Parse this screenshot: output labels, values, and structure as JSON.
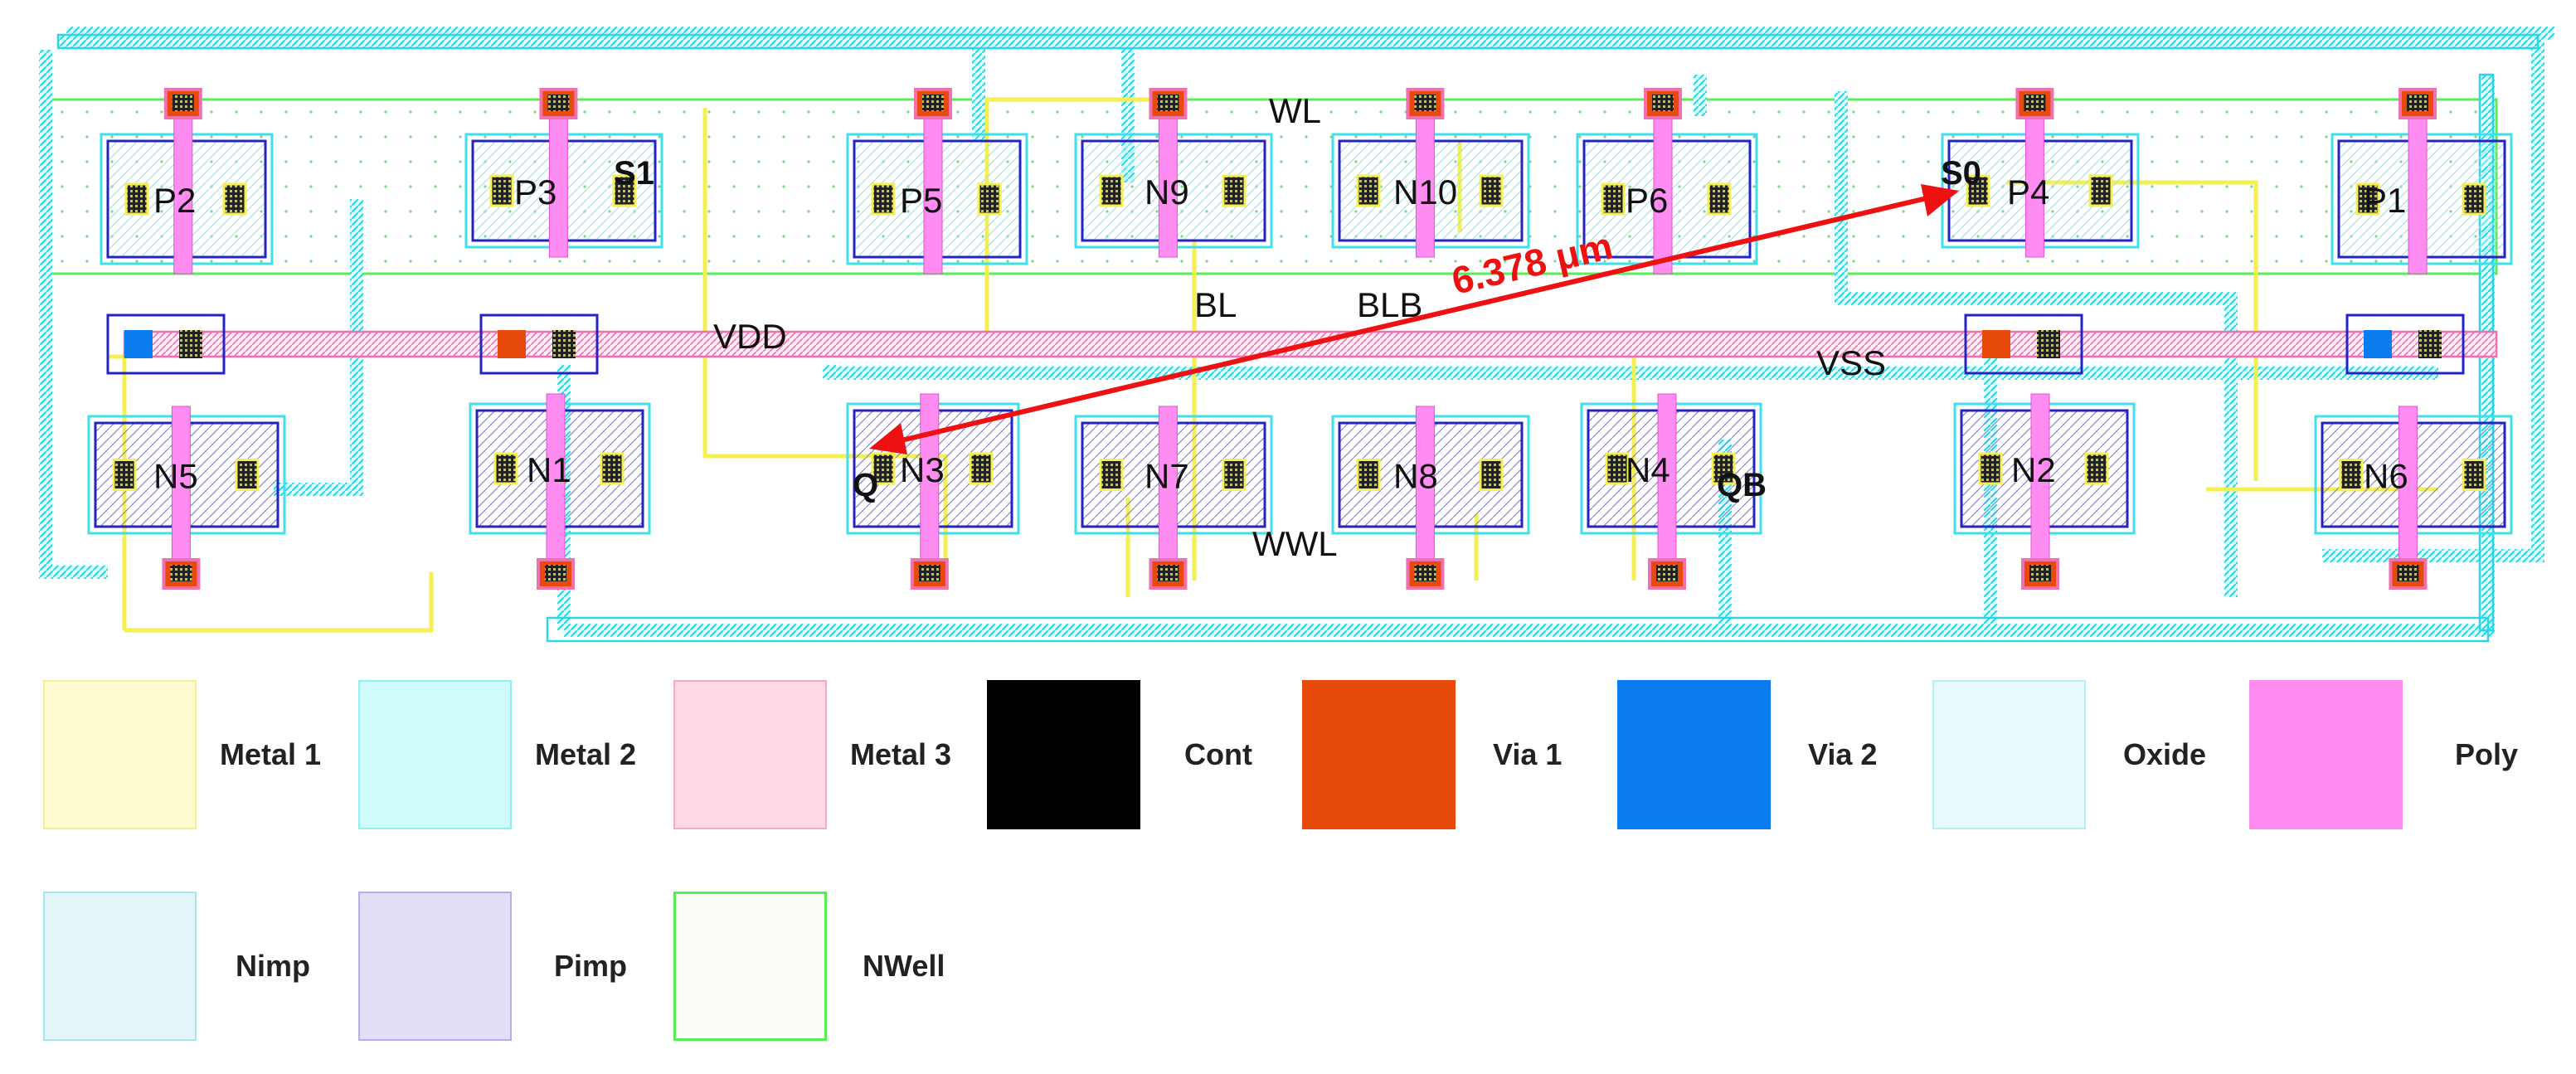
{
  "transistors": {
    "p2": "P2",
    "p3": "P3",
    "p5": "P5",
    "n9": "N9",
    "n10": "N10",
    "p6": "P6",
    "p4": "P4",
    "p1": "P1",
    "n5": "N5",
    "n1": "N1",
    "n3": "N3",
    "n7": "N7",
    "n8": "N8",
    "n4": "N4",
    "n2": "N2",
    "n6": "N6"
  },
  "nets": {
    "wl": "WL",
    "bl": "BL",
    "blb": "BLB",
    "vdd": "VDD",
    "vss": "VSS",
    "wwl": "WWL",
    "s1": "S1",
    "s0": "S0",
    "q": "Q",
    "qb": "QB"
  },
  "measurement": {
    "label": "6.378 μm",
    "color": "#ee1111"
  },
  "legend": [
    {
      "label": "Metal 1",
      "color": "#fffbd0"
    },
    {
      "label": "Metal 2",
      "color": "#d0fbfb"
    },
    {
      "label": "Metal 3",
      "color": "#ffd8e8"
    },
    {
      "label": "Cont",
      "color": "#000000"
    },
    {
      "label": "Via 1",
      "color": "#e84a0c"
    },
    {
      "label": "Via 2",
      "color": "#0a7cf0"
    },
    {
      "label": "Oxide",
      "color": "#e6fafc"
    },
    {
      "label": "Poly",
      "color": "#ff8cf0"
    },
    {
      "label": "Nimp",
      "color": "#e2f6fa"
    },
    {
      "label": "Pimp",
      "color": "#e2def8"
    },
    {
      "label": "NWell",
      "color": "#fdfdf8"
    }
  ]
}
